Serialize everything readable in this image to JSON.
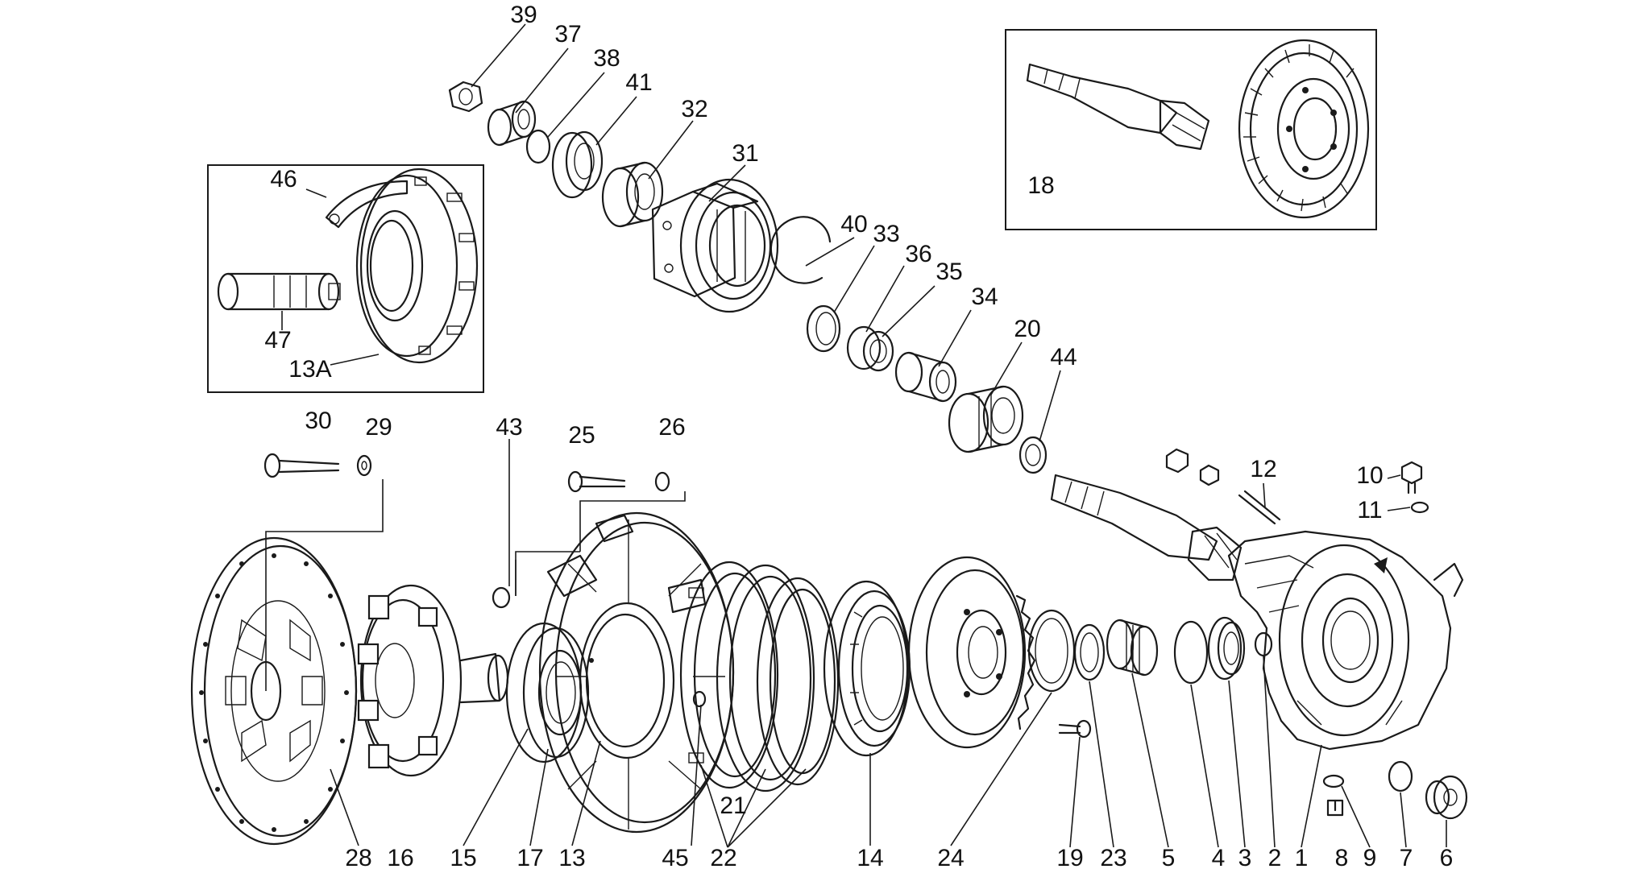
{
  "labels": {
    "l1": "1",
    "l2": "2",
    "l3": "3",
    "l4": "4",
    "l5": "5",
    "l6": "6",
    "l7": "7",
    "l8": "8",
    "l9": "9",
    "l10": "10",
    "l11": "11",
    "l12": "12",
    "l13": "13",
    "l13a": "13A",
    "l14": "14",
    "l15": "15",
    "l16": "16",
    "l17": "17",
    "l18": "18",
    "l19": "19",
    "l20": "20",
    "l21": "21",
    "l22": "22",
    "l23": "23",
    "l24": "24",
    "l25": "25",
    "l26": "26",
    "l28": "28",
    "l29": "29",
    "l30": "30",
    "l31": "31",
    "l32": "32",
    "l33": "33",
    "l34": "34",
    "l35": "35",
    "l36": "36",
    "l37": "37",
    "l38": "38",
    "l39": "39",
    "l40": "40",
    "l41": "41",
    "l43": "43",
    "l44": "44",
    "l45": "45",
    "l46": "46",
    "l47": "47"
  }
}
